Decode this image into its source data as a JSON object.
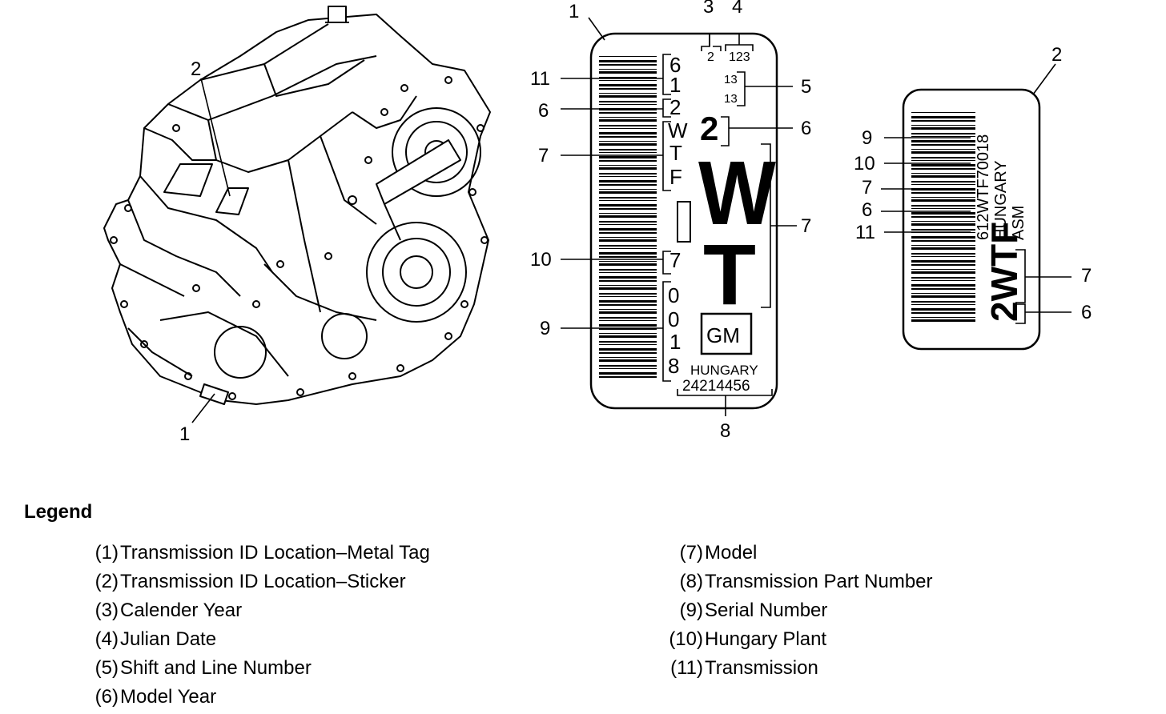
{
  "callouts": {
    "engine_label_2": "2",
    "engine_label_1": "1",
    "tag_1": "1",
    "tag_3": "3",
    "tag_4": "4",
    "tag_5": "5",
    "tag_6a": "6",
    "tag_6b": "6",
    "tag_7a": "7",
    "tag_7b": "7",
    "tag_8": "8",
    "tag_9": "9",
    "tag_10": "10",
    "tag_11": "11",
    "sticker_2": "2",
    "sticker_9": "9",
    "sticker_10": "10",
    "sticker_7a": "7",
    "sticker_6a": "6",
    "sticker_11": "11",
    "sticker_7b": "7",
    "sticker_6b": "6"
  },
  "metal_tag": {
    "vertical_chars": [
      "6",
      "1",
      "2",
      "W",
      "T",
      "F"
    ],
    "bottom_chars": [
      "7",
      "0",
      "0",
      "1",
      "8"
    ],
    "calendar_year": "2",
    "julian_date": "123",
    "shift_line": [
      "13",
      "13"
    ],
    "model_year_big": "2",
    "model_big_1": "W",
    "model_big_2": "T",
    "gm_logo": "GM",
    "country": "HUNGARY",
    "part_number": "24214456"
  },
  "sticker": {
    "line1": "612WTF70018",
    "line2": "HUNGARY",
    "line3": "ASM",
    "model_big": "2WTF"
  },
  "legend": {
    "title": "Legend",
    "items": [
      {
        "num": "(1)",
        "text": "Transmission ID Location–Metal Tag"
      },
      {
        "num": "(2)",
        "text": "Transmission ID Location–Sticker"
      },
      {
        "num": "(3)",
        "text": "Calender Year"
      },
      {
        "num": "(4)",
        "text": "Julian Date"
      },
      {
        "num": "(5)",
        "text": "Shift and Line Number"
      },
      {
        "num": "(6)",
        "text": "Model Year"
      },
      {
        "num": "(7)",
        "text": "Model"
      },
      {
        "num": "(8)",
        "text": "Transmission Part Number"
      },
      {
        "num": "(9)",
        "text": "Serial Number"
      },
      {
        "num": "(10)",
        "text": "Hungary Plant"
      },
      {
        "num": "(11)",
        "text": "Transmission"
      }
    ]
  }
}
